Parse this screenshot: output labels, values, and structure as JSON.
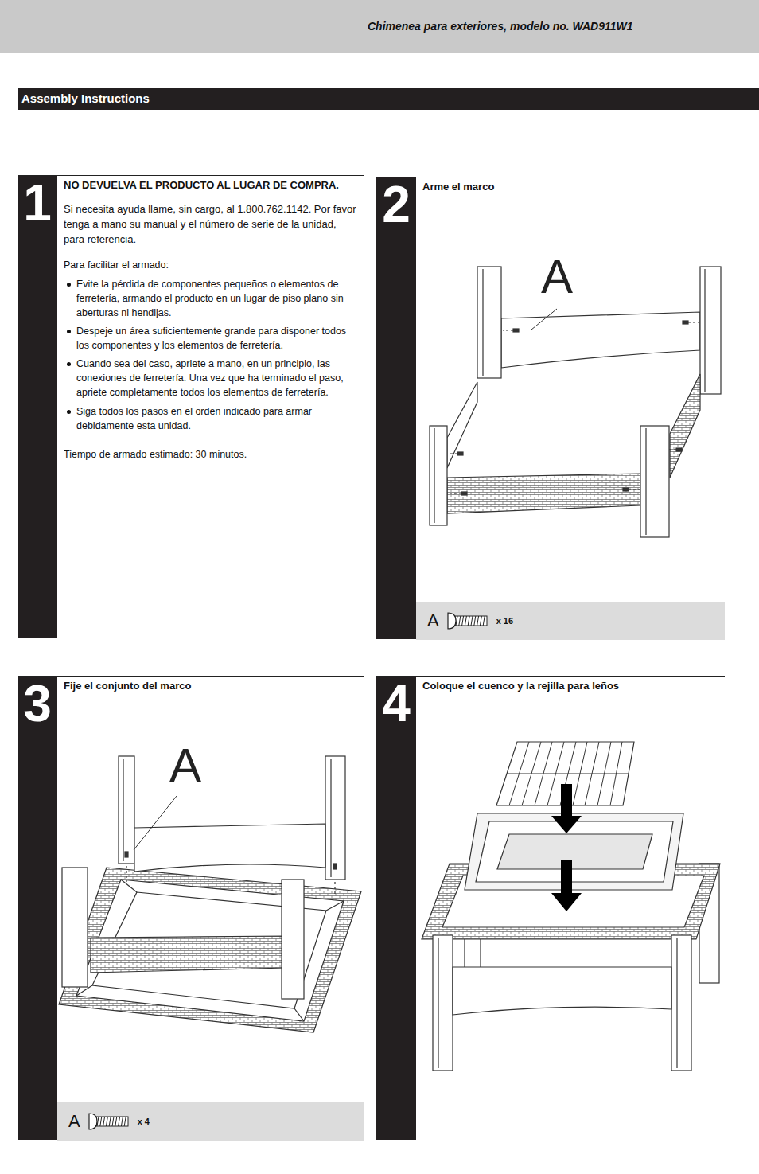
{
  "diagram": {
    "nodes": [
      {
        "text": [
          "Chimenea para exteriores, modelo no. WAD911W1"
        ]
      },
      {
        "text": [
          "Assembly Instructions"
        ]
      },
      {
        "text": [
          "1",
          "NO DEVUELVA EL PRODUCTO AL LUGAR DE COMPRA.",
          "Si necesita ayuda llame, sin cargo, al 1.800.762.1142. Por favor tenga a mano su manual y el número de serie de la unidad, para referencia.",
          "Para facilitar el armado:",
          "Evite la pérdida de componentes pequeños o elementos de ferretería, armando el producto en un lugar de piso plano sin aberturas ni hendijas.",
          "Despeje un área suficientemente grande para disponer todos los componentes y los elementos de ferretería.",
          "Cuando sea del caso, apriete a mano, en un principio, las conexiones de ferretería. Una vez que ha terminado el paso, apriete completamente todos los elementos de ferretería.",
          "Siga todos los pasos en el orden indicado para armar debidamente esta unidad.",
          "Tiempo de armado estimado: 30 minutos."
        ]
      },
      {
        "text": [
          "2",
          "Arme el marco"
        ]
      },
      {
        "text": [
          "A",
          "x 16"
        ],
        "in": 3
      },
      {
        "text": [
          "3",
          "Fije el conjunto del marco"
        ]
      },
      {
        "text": [
          "A",
          "x 4"
        ],
        "in": 5
      },
      {
        "text": [
          "4",
          "Coloque el cuenco y la rejilla para leños"
        ]
      }
    ],
    "labels": [
      "A",
      "A"
    ]
  }
}
